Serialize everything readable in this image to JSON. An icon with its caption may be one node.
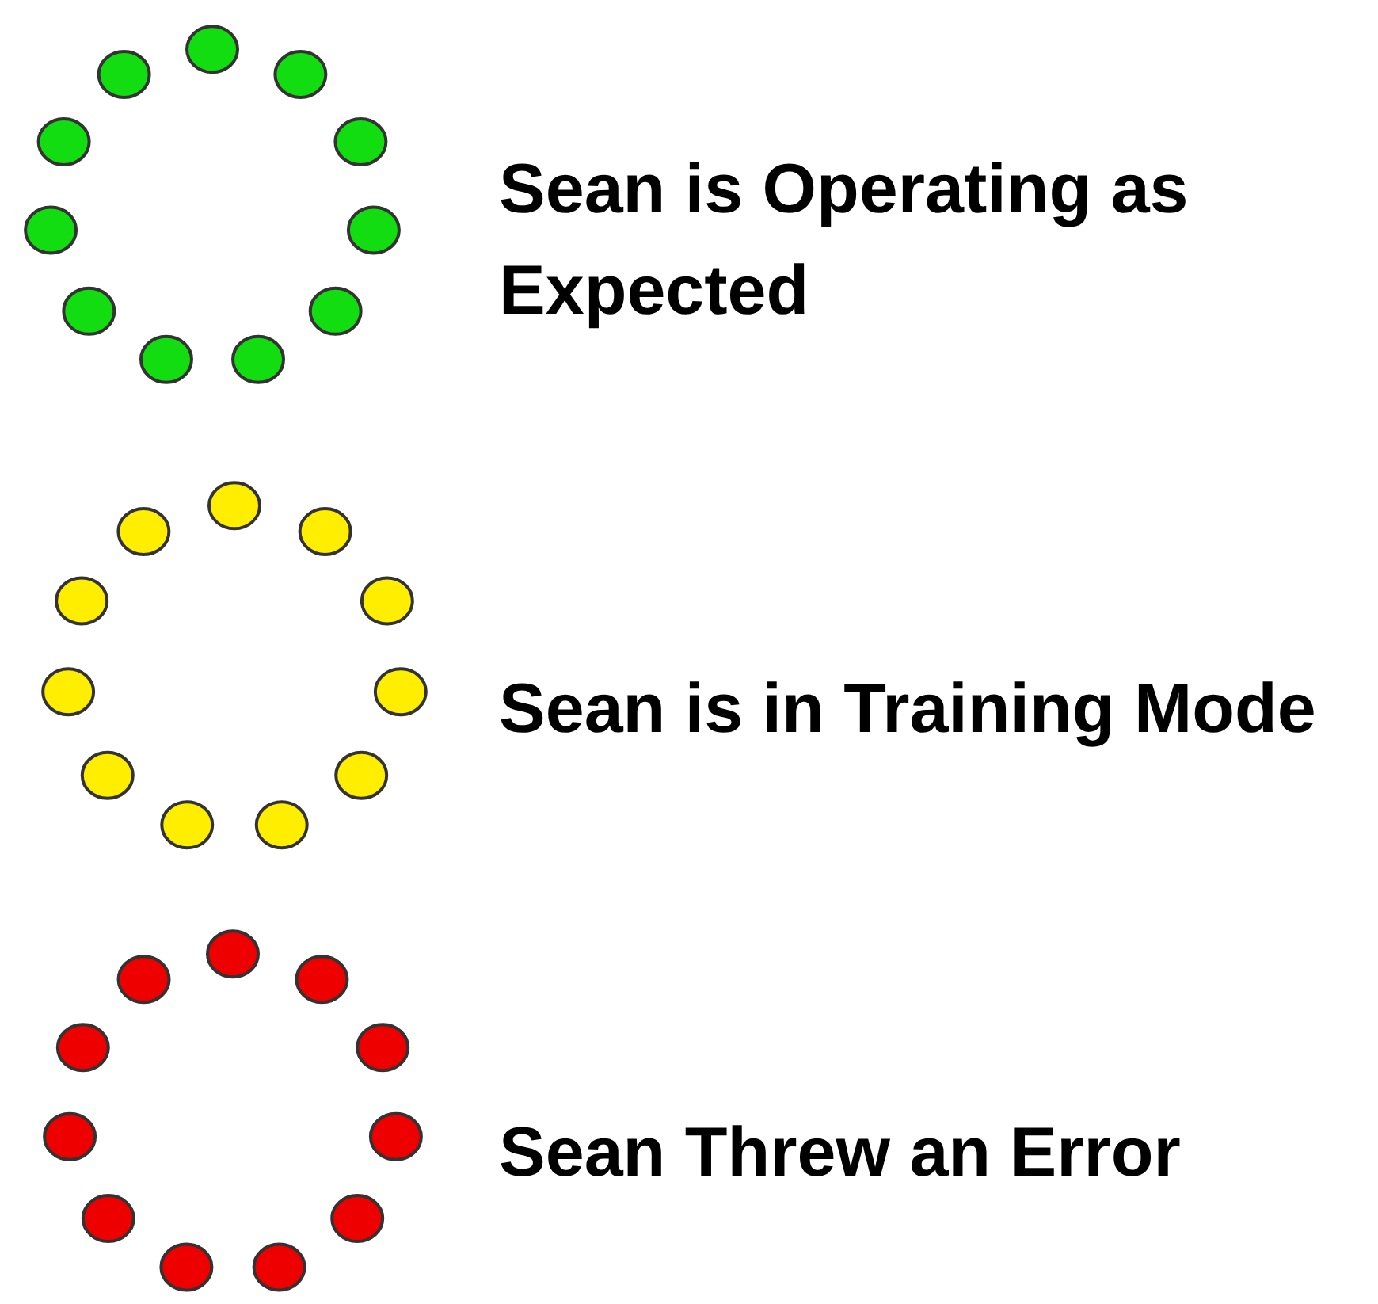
{
  "diagram": {
    "legend": [
      {
        "text": "Sean is Operating as Expected",
        "color": "#11dd11"
      },
      {
        "text": "Sean is in Training Mode",
        "color": "#ffee00"
      },
      {
        "text": "Sean Threw an Error",
        "color": "#ee0000"
      }
    ]
  }
}
